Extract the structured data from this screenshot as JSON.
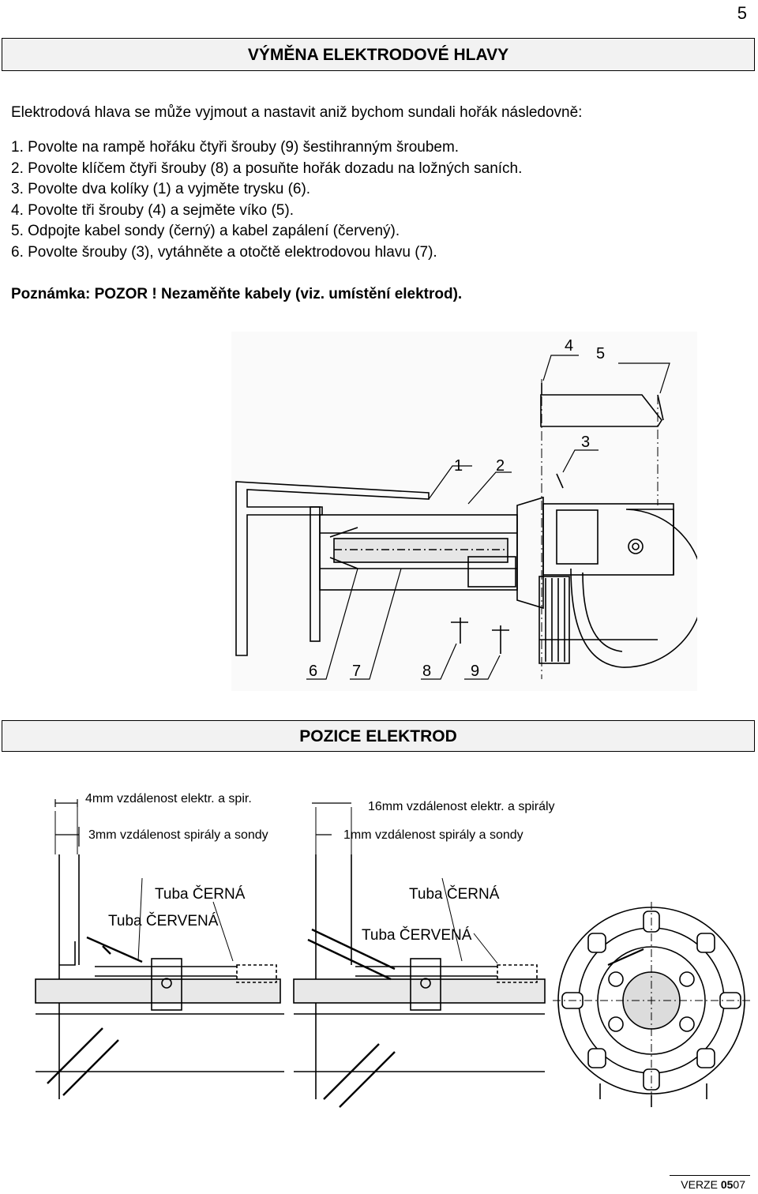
{
  "page_number": "5",
  "section1": {
    "title": "VÝMĚNA ELEKTRODOVÉ HLAVY",
    "intro": "Elektrodová hlava se může vyjmout a nastavit aniž bychom sundali hořák následovně:",
    "steps": [
      "1. Povolte na rampě hořáku čtyři šrouby (9) šestihranným šroubem.",
      "2. Povolte klíčem čtyři šrouby (8) a posuňte hořák dozadu na ložných saních.",
      "3. Povolte dva kolíky (1) a vyjměte trysku (6).",
      "4. Povolte tři šrouby (4) a sejměte víko (5).",
      "5. Odpojte kabel sondy (černý) a kabel zapálení (červený).",
      "6. Povolte šrouby (3), vytáhněte a otočtě elektrodovou hlavu (7)."
    ],
    "note": "Poznámka: POZOR ! Nezaměňte kabely (viz. umístění elektrod)."
  },
  "burner_labels": {
    "l1": "1",
    "l2": "2",
    "l3": "3",
    "l4": "4",
    "l5": "5",
    "l6": "6",
    "l7": "7",
    "l8": "8",
    "l9": "9"
  },
  "section2": {
    "title": "POZICE ELEKTROD",
    "left": {
      "top_label": "4mm vzdálenost  elektr. a spir.",
      "bottom_label": "3mm vzdálenost spirály a sondy",
      "tube_black": "Tuba ČERNÁ",
      "tube_red": "Tuba ČERVENÁ"
    },
    "right": {
      "top_label": "16mm vzdálenost  elektr. a spirály",
      "bottom_label": "1mm vzdálenost spirály a sondy",
      "tube_black": "Tuba ČERNÁ",
      "tube_red": "Tuba ČERVENÁ"
    }
  },
  "footer": {
    "version_prefix": "VERZE ",
    "version_bold": "05",
    "version_suffix": "07"
  }
}
